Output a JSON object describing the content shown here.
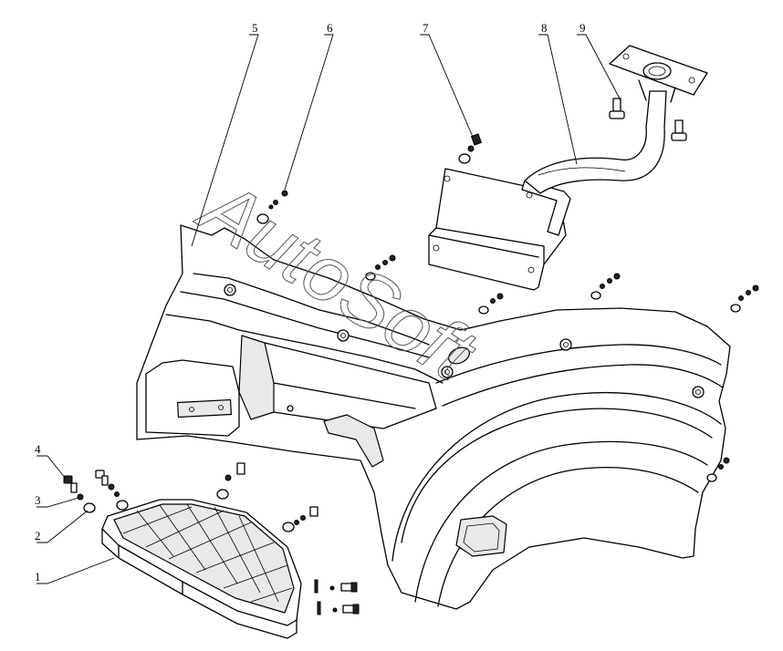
{
  "figure": {
    "watermark_text": "AutoSoft",
    "callouts": [
      {
        "id": "callout-1",
        "label": "1"
      },
      {
        "id": "callout-2",
        "label": "2"
      },
      {
        "id": "callout-3",
        "label": "3"
      },
      {
        "id": "callout-4",
        "label": "4"
      },
      {
        "id": "callout-5",
        "label": "5"
      },
      {
        "id": "callout-6",
        "label": "6"
      },
      {
        "id": "callout-7",
        "label": "7"
      },
      {
        "id": "callout-8",
        "label": "8"
      },
      {
        "id": "callout-9",
        "label": "9"
      }
    ]
  }
}
